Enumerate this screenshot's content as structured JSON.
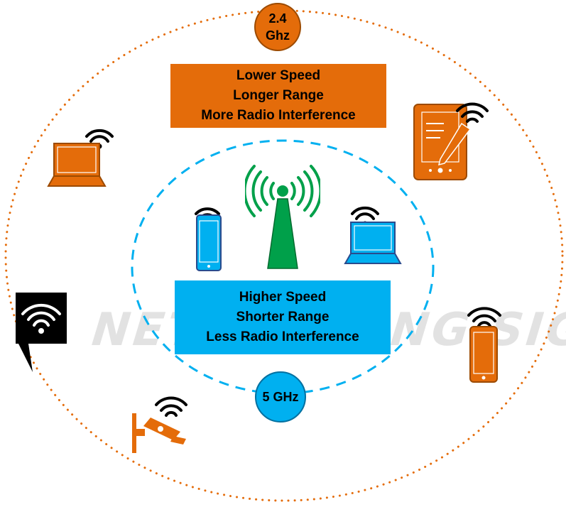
{
  "bands": {
    "outer": {
      "label_line1": "2.4",
      "label_line2": "Ghz"
    },
    "inner": {
      "label": "5 GHz"
    }
  },
  "boxes": {
    "band_24": {
      "line1": "Lower Speed",
      "line2": "Longer Range",
      "line3": "More Radio Interference"
    },
    "band_5": {
      "line1": "Higher Speed",
      "line2": "Shorter Range",
      "line3": "Less Radio Interference"
    }
  },
  "watermark": {
    "text": "NETWORKING SIGNAL"
  },
  "colors": {
    "orange": "#e46c0a",
    "blue": "#00b0f0",
    "green": "#00a04a",
    "dark": "#000000"
  },
  "icons": [
    "router-tower-icon",
    "laptop-icon",
    "tablet-icon",
    "smartphone-icon",
    "wifi-hotspot-icon",
    "security-camera-icon",
    "wifi-signal-icon"
  ]
}
